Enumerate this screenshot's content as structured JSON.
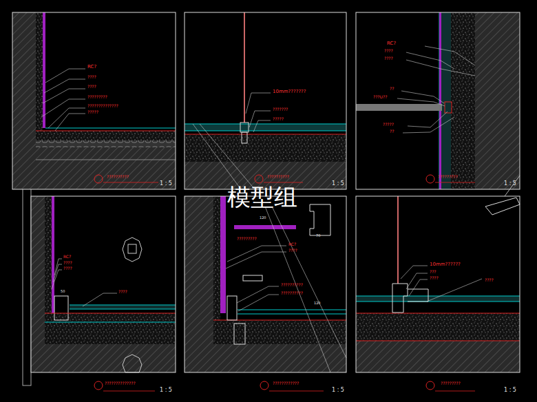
{
  "diagram": {
    "labels": [
      "RC?",
      "????",
      "????",
      "?????????",
      "??????????????",
      "?????",
      "??????????",
      "1 : 5",
      "10mm???????",
      "???????",
      "?????",
      "??????????",
      "1 : 5",
      "RC?",
      "????",
      "????",
      "??",
      "???U??",
      "?????",
      "??",
      "?????????",
      "1 : 5",
      "RC?",
      "????",
      "????",
      "50",
      "????",
      "??????????????",
      "1 : 5",
      "120",
      "70",
      "?????????",
      "RC?",
      "????",
      "??????????",
      "??????????",
      "120",
      "????????????",
      "1 : 5",
      "10mm??????",
      "???",
      "????",
      "????",
      "?????????",
      "1 : 5",
      "模型组"
    ]
  }
}
